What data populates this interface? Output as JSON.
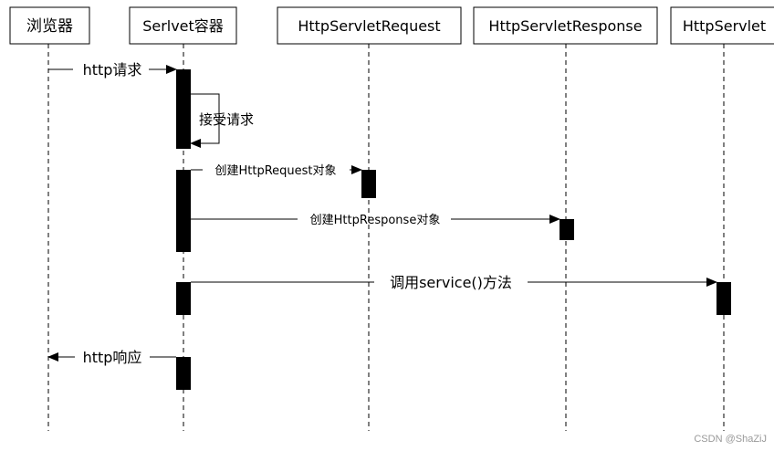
{
  "participants": [
    {
      "id": "browser",
      "label": "浏览器"
    },
    {
      "id": "servlet_container",
      "label": "Serlvet容器"
    },
    {
      "id": "request",
      "label": "HttpServletRequest"
    },
    {
      "id": "response",
      "label": "HttpServletResponse"
    },
    {
      "id": "servlet",
      "label": "HttpServlet"
    }
  ],
  "messages": [
    {
      "id": "http_request",
      "text": "http请求"
    },
    {
      "id": "accept_request",
      "text": "接受请求"
    },
    {
      "id": "create_request",
      "text": "创建HttpRequest对象"
    },
    {
      "id": "create_response",
      "text": "创建HttpResponse对象"
    },
    {
      "id": "call_service",
      "text": "调用service()方法"
    },
    {
      "id": "http_response",
      "text": "http响应"
    }
  ],
  "watermark": "CSDN @ShaZiJ"
}
